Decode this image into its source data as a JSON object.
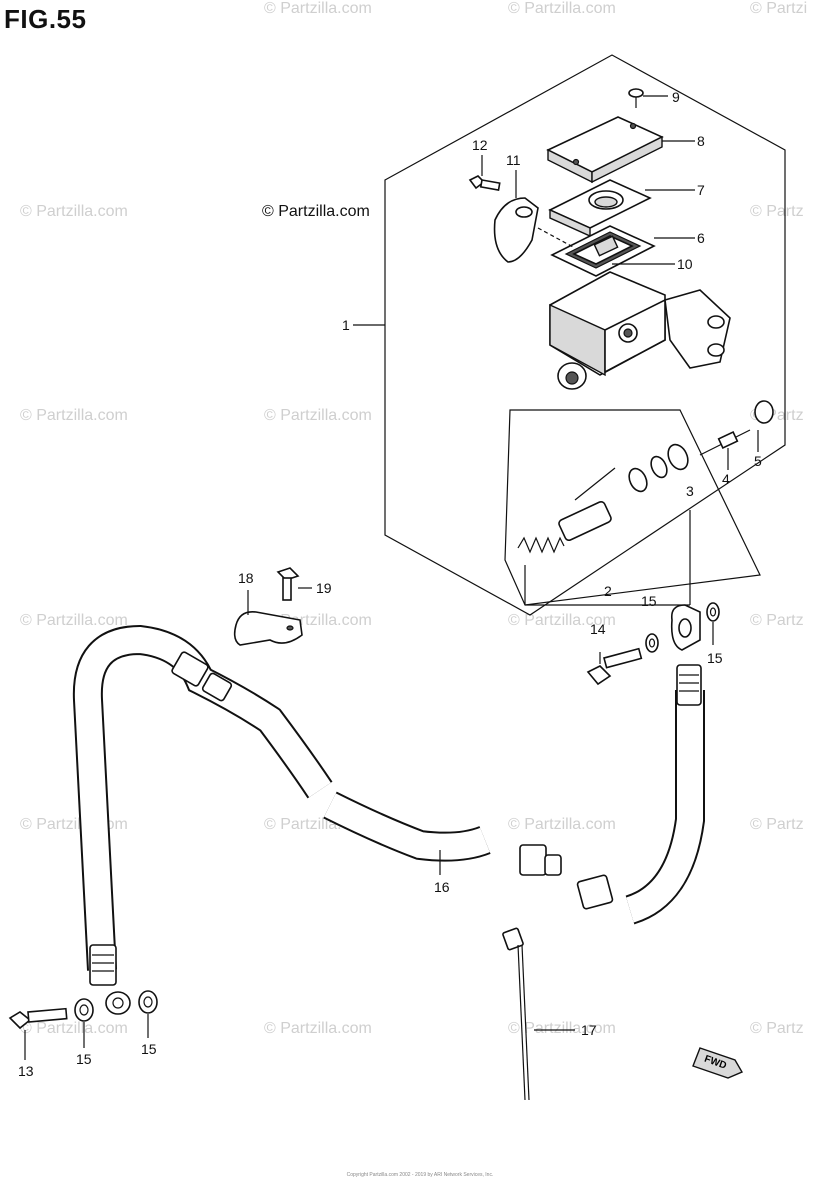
{
  "figure_title": "FIG.55",
  "brand_caption": "© Partzilla.com",
  "watermark_text": "© Partzilla.com",
  "watermark_text_cut": "© Partz",
  "watermark_text_cut_top": "© Partzi",
  "copyright_text": "Copyright Partzilla.com 2002 - 2019 by ARI Network Services, Inc.",
  "fwd_badge": "FWD",
  "callouts": {
    "c1": "1",
    "c2": "2",
    "c3": "3",
    "c4": "4",
    "c5": "5",
    "c6": "6",
    "c7": "7",
    "c8": "8",
    "c9": "9",
    "c10": "10",
    "c11": "11",
    "c12": "12",
    "c13": "13",
    "c14": "14",
    "c15a": "15",
    "c15b": "15",
    "c15c": "15",
    "c15d": "15",
    "c16": "16",
    "c17": "17",
    "c18": "18",
    "c19": "19"
  }
}
